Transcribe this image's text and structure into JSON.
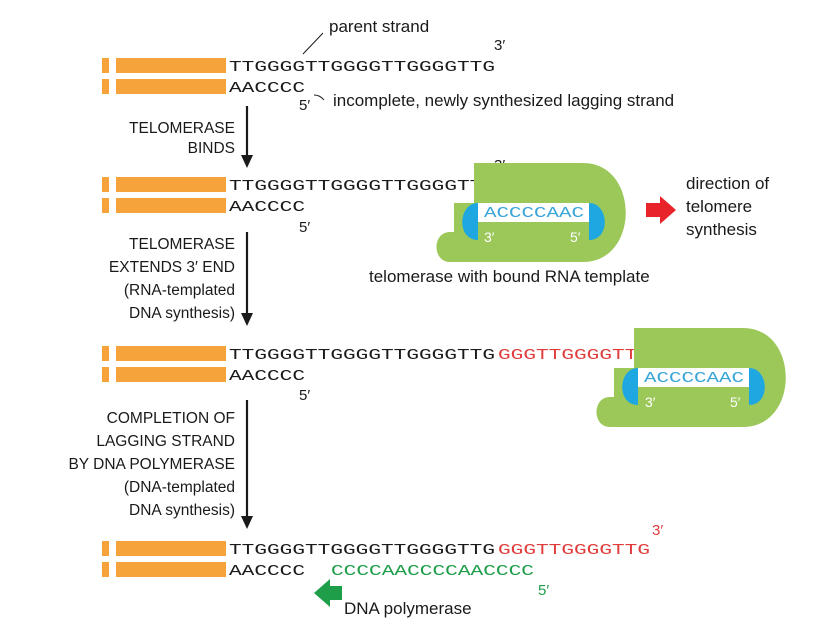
{
  "colors": {
    "bar": "#f5a33a",
    "text": "#1a1a1a",
    "red_seq": "#e03c3c",
    "green_seq": "#1f9e4a",
    "enzyme": "#9cc85a",
    "rna_cap": "#1ea7e1",
    "rna_text": "#3aa6d8",
    "arrow_red": "#e8242a",
    "arrow_green": "#1f9e4a",
    "arrow_black": "#1a1a1a"
  },
  "icons": [
    "orange-bar-icon",
    "telomerase-enzyme-icon",
    "red-arrow-icon",
    "green-arrow-icon",
    "process-arrow-icon"
  ],
  "labels": {
    "parent_strand": "parent strand",
    "incomplete_lagging": "incomplete, newly synthesized lagging strand",
    "direction_line1": "direction of",
    "direction_line2": "telomere",
    "direction_line3": "synthesis",
    "telomerase_with_rna": "telomerase with bound RNA template",
    "dna_polymerase": "DNA polymerase"
  },
  "steps": {
    "step1_line1": "TELOMERASE",
    "step1_line2": "BINDS",
    "step2_line1": "TELOMERASE",
    "step2_line2": "EXTENDS 3′ END",
    "step2_line3": "(RNA-templated",
    "step2_line4": "DNA synthesis)",
    "step3_line1": "COMPLETION OF",
    "step3_line2": "LAGGING STRAND",
    "step3_line3": "BY DNA POLYMERASE",
    "step3_line4": "(DNA-templated",
    "step3_line5": "DNA synthesis)"
  },
  "sequences": {
    "top_strand": "TTGGGGTTGGGGTTGGGGTTG",
    "extension": "GGGTTGGGGTTG",
    "lagging": "AACCCC",
    "completion": "CCCCAACCCCAACCCC",
    "rna_template": "ACCCCAAC"
  },
  "ends": {
    "three_prime": "3′",
    "five_prime": "5′"
  }
}
